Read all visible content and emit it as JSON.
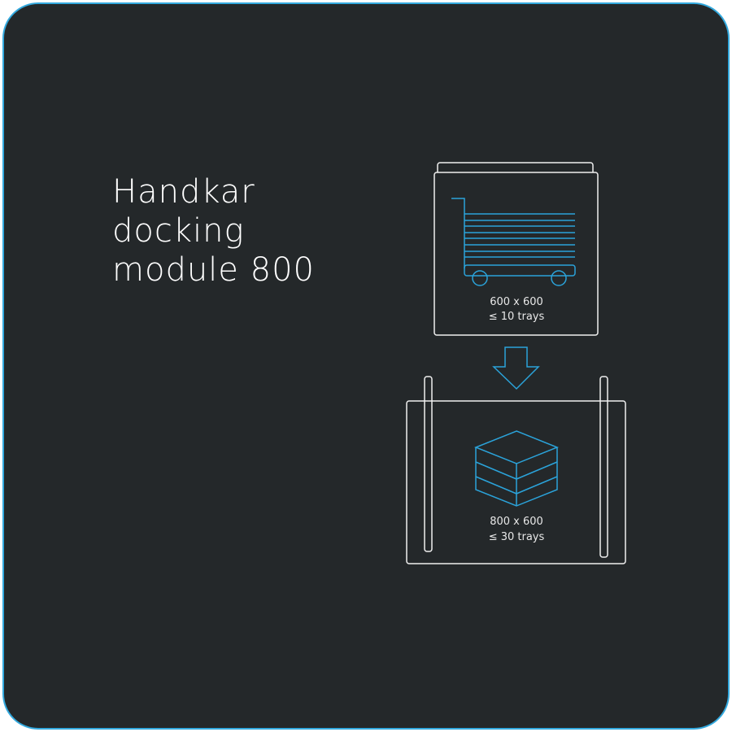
{
  "title_lines": [
    "Handkar",
    "docking",
    "module 800"
  ],
  "cart_module": {
    "dimensions": "600 x 600",
    "capacity": "≤ 10 trays"
  },
  "docking_module": {
    "dimensions": "800 x 600",
    "capacity": "≤ 30 trays"
  },
  "colors": {
    "background": "#24282a",
    "accent": "#2ba3da",
    "line": "#f0f0f0"
  }
}
